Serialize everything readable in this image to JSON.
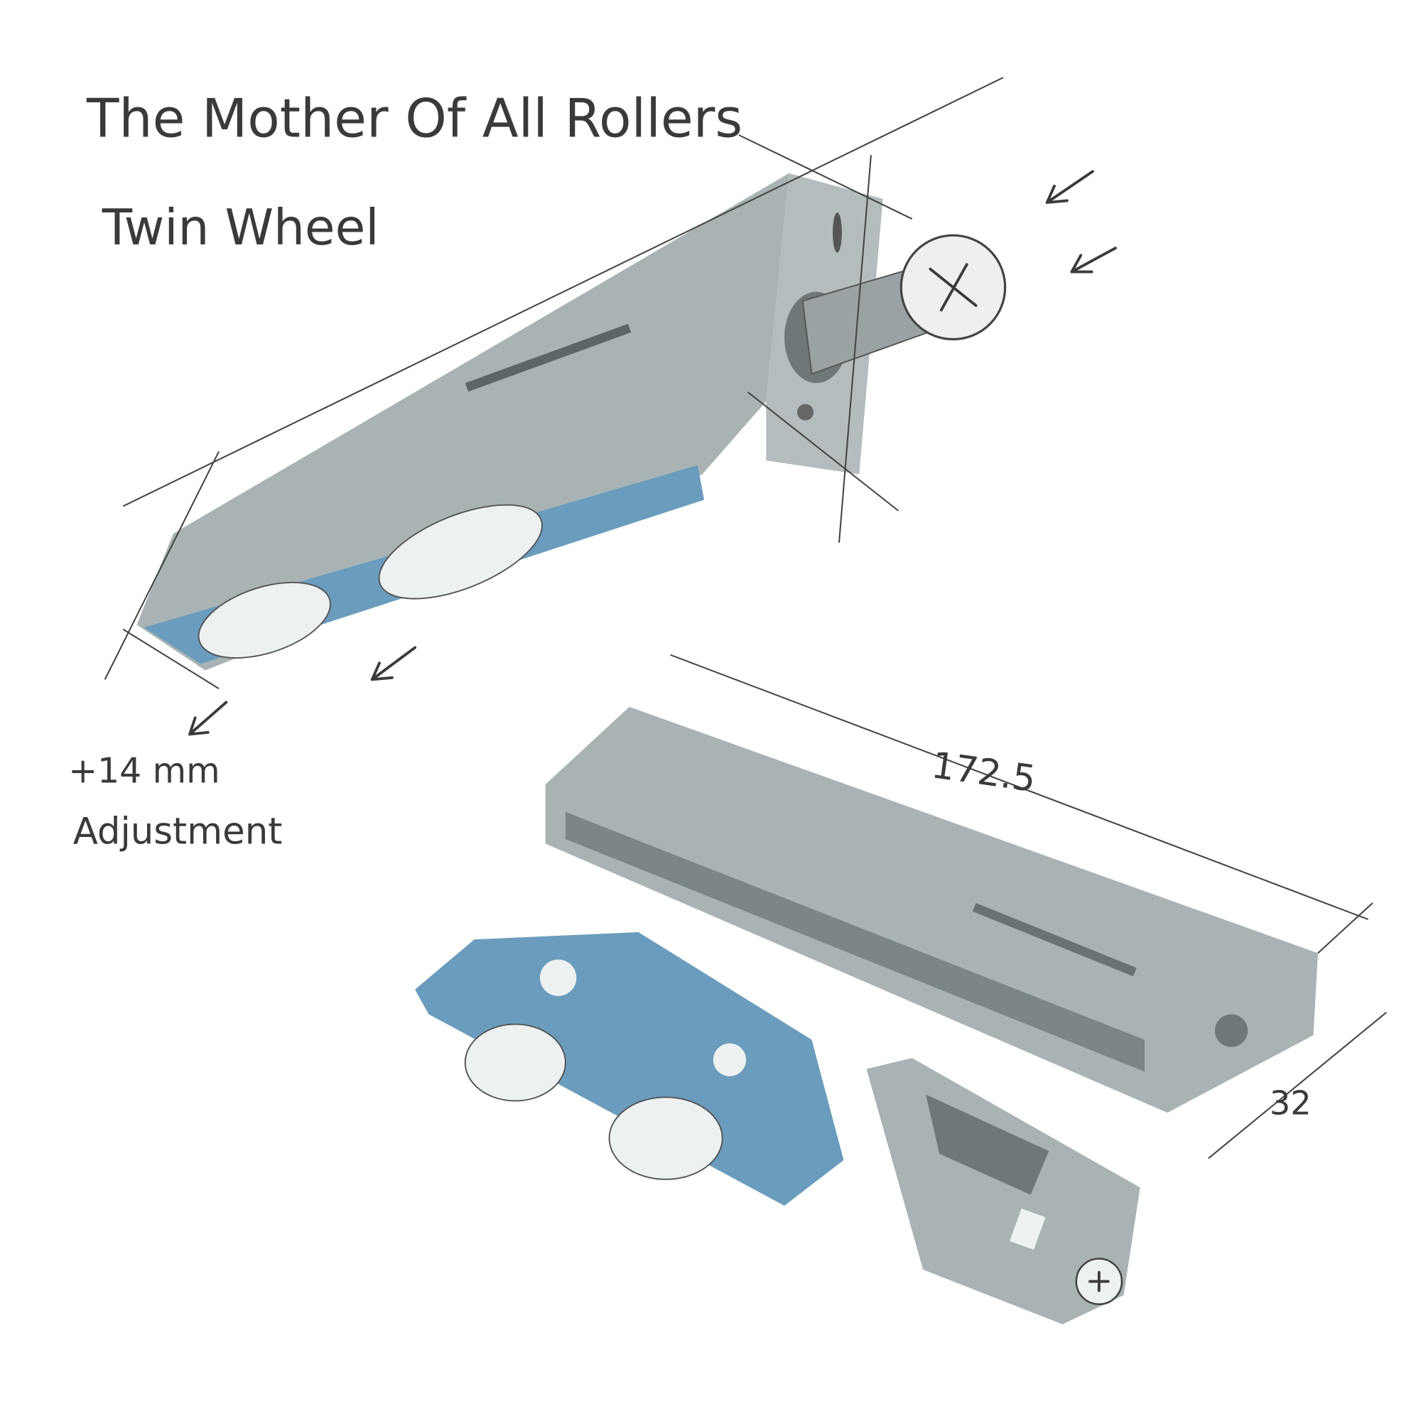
{
  "title": "The Mother Of All Rollers",
  "subtitle": "Twin Wheel",
  "annotations": {
    "adjustment_value": "+14 mm",
    "adjustment_label": "Adjustment",
    "length_dimension": "172.5",
    "width_dimension": "32"
  },
  "colors": {
    "metal": "#a9b3b4",
    "metal_light": "#bcc4c5",
    "metal_dark": "#7c8687",
    "carriage_blue": "#6b9cbd",
    "wheel": "#eef1f2",
    "ink": "#3b3b3b"
  }
}
